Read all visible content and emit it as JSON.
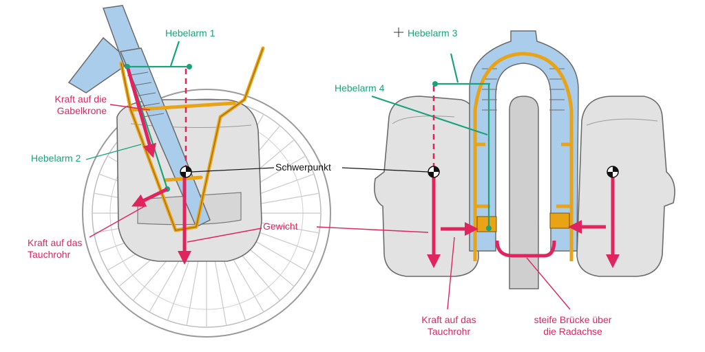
{
  "colors": {
    "lever": "#1aa37a",
    "force": "#e0245e",
    "rack": "#e8a317",
    "fork": "#a9cdea",
    "bag": "#e2e2e2",
    "outline": "#6a6a6a",
    "text": "#111111"
  },
  "labels": {
    "hebelarm_1": "Hebelarm 1",
    "hebelarm_2": "Hebelarm 2",
    "hebelarm_3": "Hebelarm 3",
    "hebelarm_4": "Hebelarm 4",
    "kraft_gabelkrone": "Kraft auf die\nGabelkrone",
    "kraft_tauchrohr_left": "Kraft auf das\nTauchrohr",
    "kraft_tauchrohr_right": "Kraft auf das\nTauchrohr",
    "schwerpunkt": "Schwerpunkt",
    "gewicht": "Gewicht",
    "bruecke": "steife Brücke über\ndie Radachse"
  },
  "icons": {
    "center_of_gravity": "center-of-gravity-icon"
  }
}
